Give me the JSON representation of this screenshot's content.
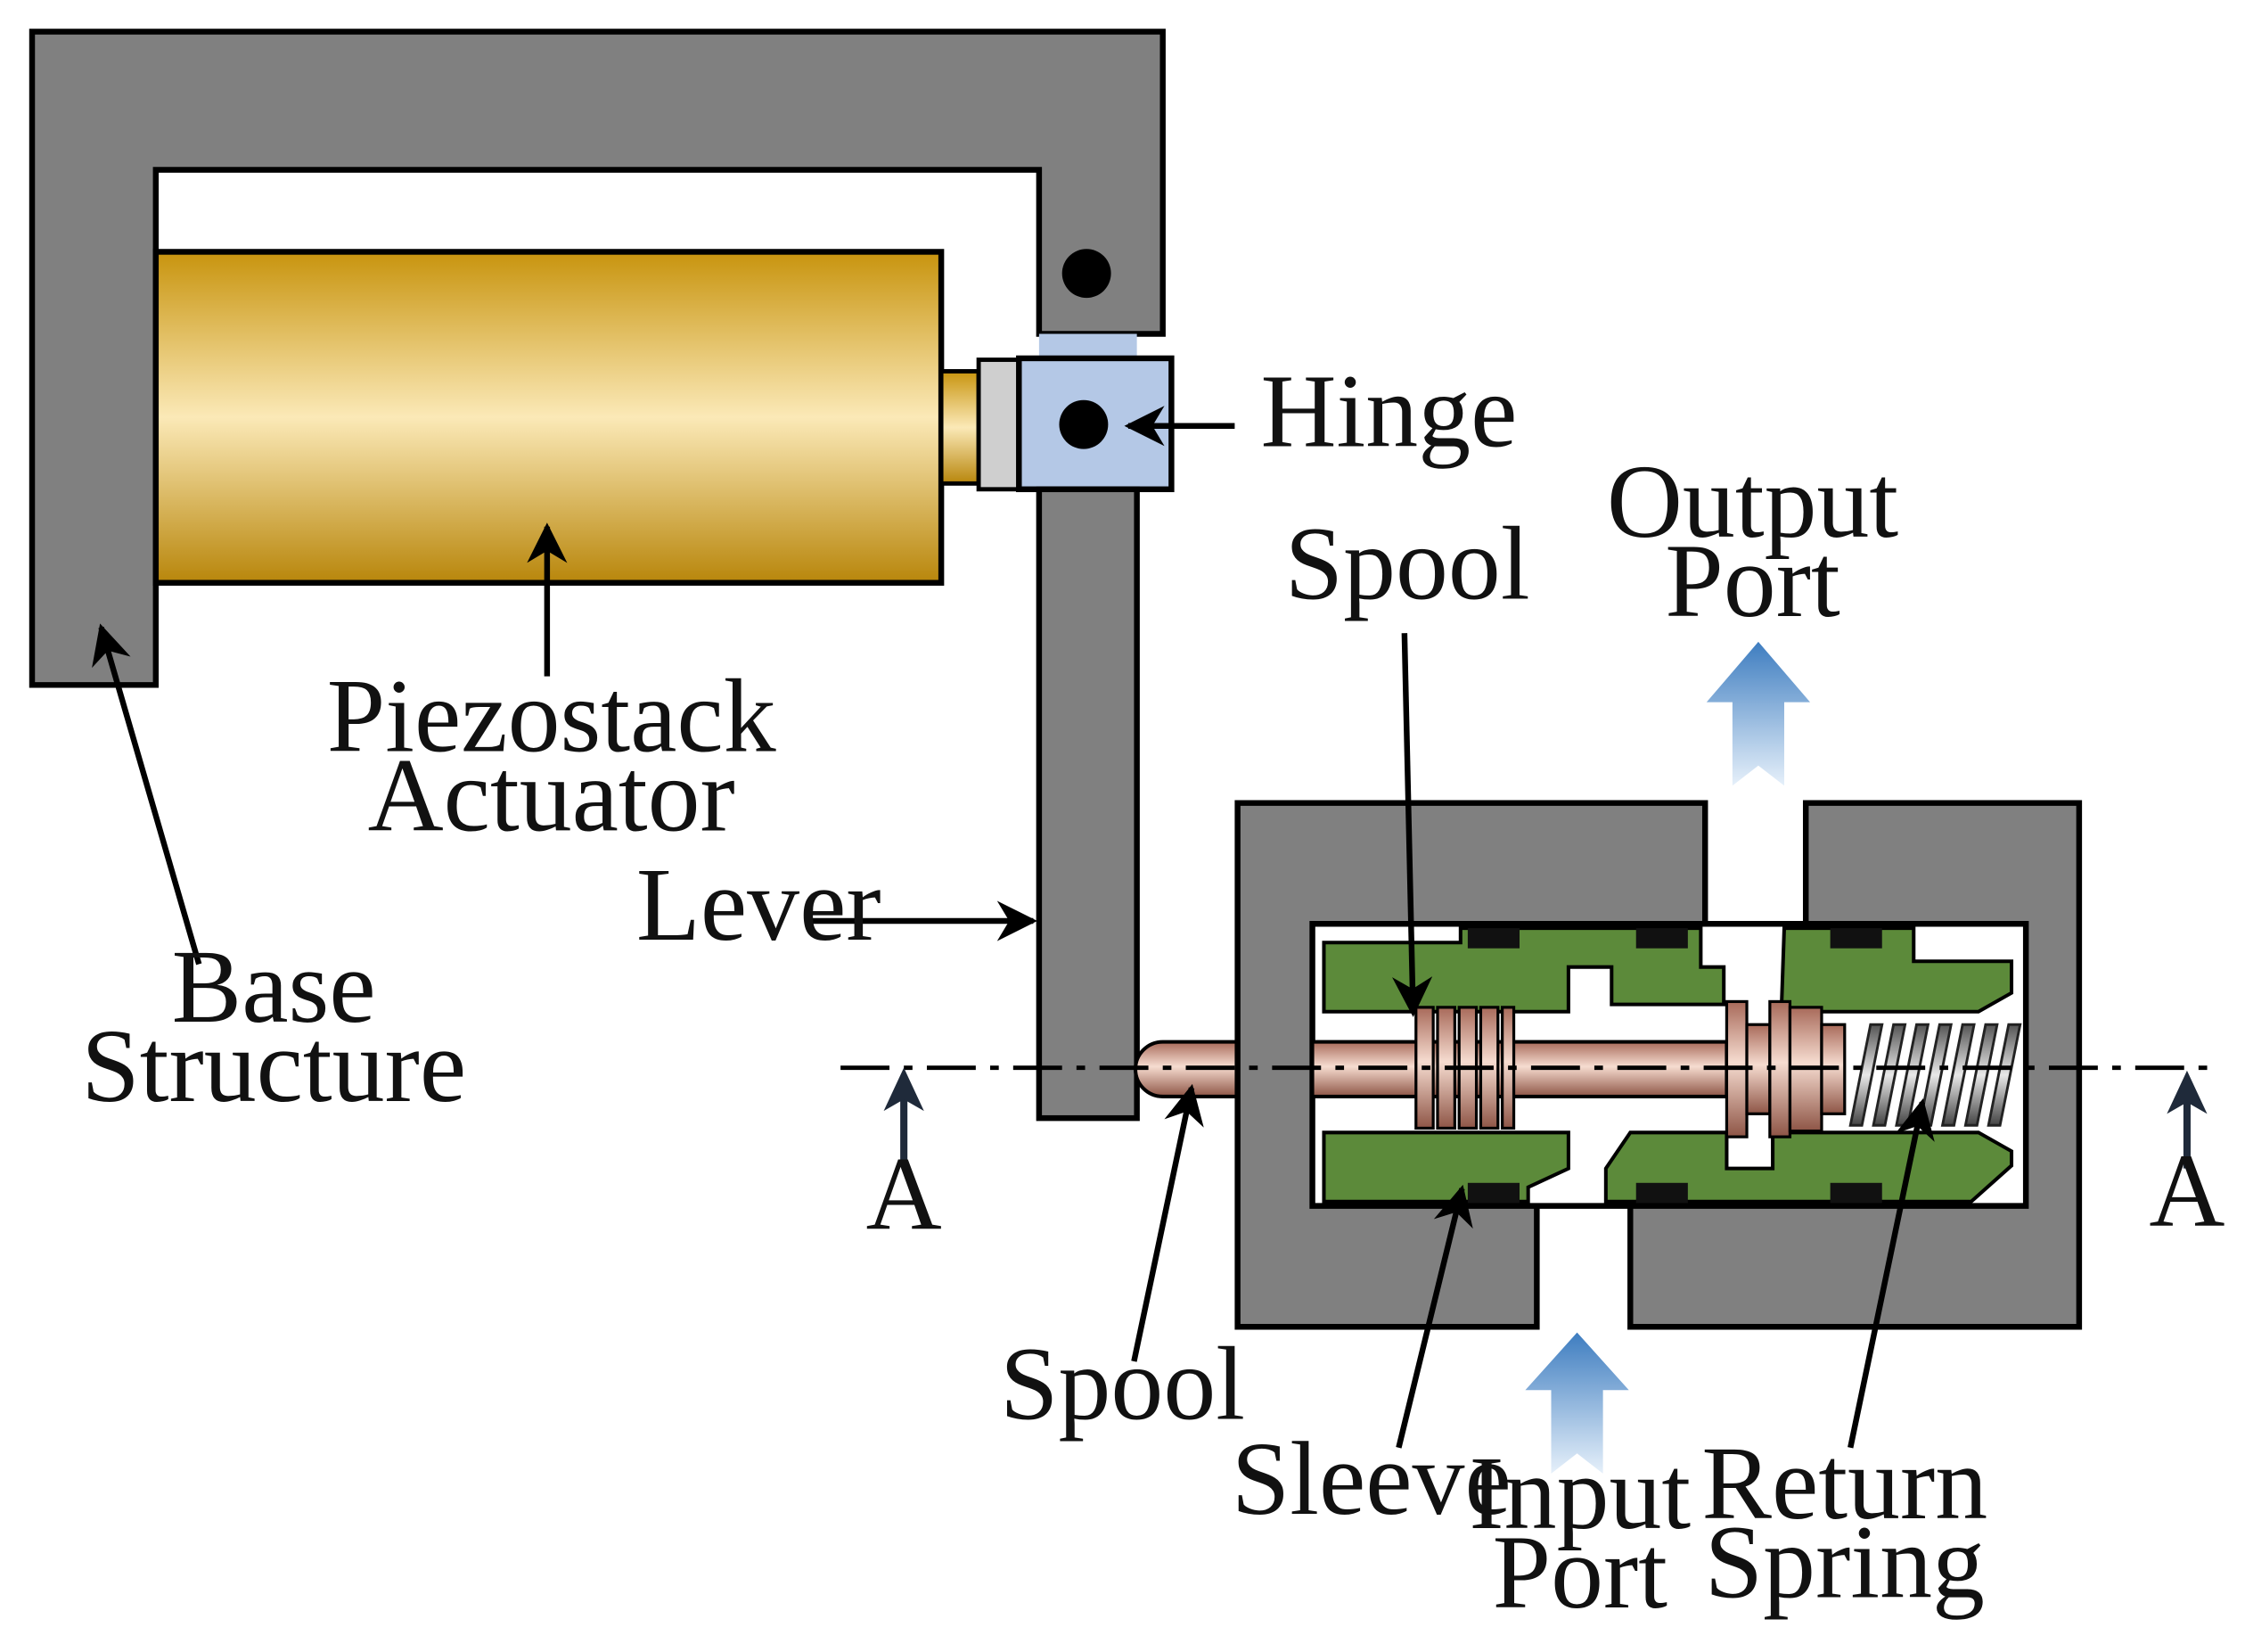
{
  "labels": {
    "hinge": "Hinge",
    "output_port_line1": "Output",
    "output_port_line2": "Port",
    "spool_top": "Spool",
    "piezo_line1": "Piezostack",
    "piezo_line2": "Actuator",
    "lever": "Lever",
    "base_line1": "Base",
    "base_line2": "Structure",
    "section_left": "A",
    "section_right": "A",
    "spool_bottom": "Spool",
    "sleeve": "Sleeve",
    "input_port_line1": "Input",
    "input_port_line2": "Port",
    "return_spring_line1": "Return",
    "return_spring_line2": "Spring"
  },
  "colors": {
    "structure": "#808080",
    "piezo_dark": "#B8860B",
    "piezo_light": "#FBE9B7",
    "hinge_block": "#B4C8E6",
    "sleeve": "#5C8A3A",
    "spool": "#D8A99A",
    "flow_arrow": "#5B92C9"
  },
  "icons": {
    "flow_output": "flow-arrow-up-icon",
    "flow_input": "flow-arrow-up-icon",
    "section_arrows": "arrow-up-icon"
  }
}
